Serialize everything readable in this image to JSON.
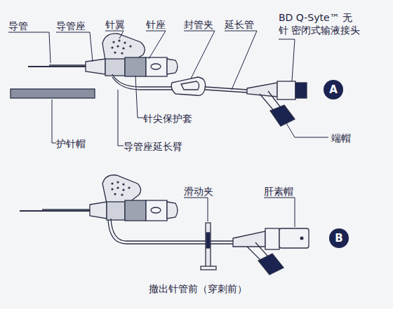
{
  "diagram": {
    "caption": "撤出针管前（穿刺前）",
    "nodes": [
      {
        "text": [
          "A"
        ]
      },
      {
        "text": [
          "B"
        ]
      }
    ],
    "labels": [
      "导管",
      "导管座",
      "针翼",
      "针座",
      "封管夹",
      "延长管",
      "BD Q-Syte™ 无针 密闭式输液接头",
      "针尖保护套",
      "护针帽",
      "导管座延长臂",
      "端帽",
      "滑动夹",
      "肝素帽"
    ]
  }
}
